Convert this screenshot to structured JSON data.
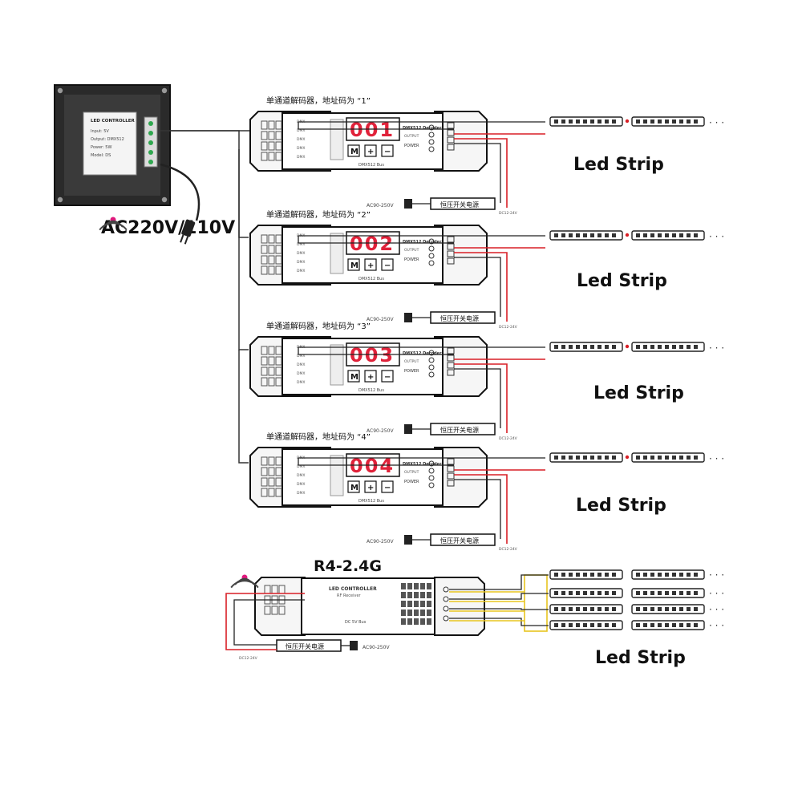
{
  "wall_panel": {
    "power_label": "AC220V/110V",
    "screen_title": "LED CONTROLLER",
    "screen_lines": [
      "Input: 5V",
      "Output: DMX512",
      "Power: 5W",
      "Model: DS"
    ]
  },
  "decoders": [
    {
      "title": "单通道解码器，地址码为 “1”",
      "display": "001",
      "bus_label": "DMX512 Bus",
      "ac_label": "AC90-250V",
      "psu_label": "恒压开关电源",
      "dc_label": "DC12-24V",
      "strip_label": "Led Strip",
      "model_text": "DMX512 Decoder",
      "out_text": "OUTPUT",
      "power_text": "POWER"
    },
    {
      "title": "单通道解码器，地址码为 “2”",
      "display": "002",
      "bus_label": "DMX512 Bus",
      "ac_label": "AC90-250V",
      "psu_label": "恒压开关电源",
      "dc_label": "DC12-24V",
      "strip_label": "Led Strip",
      "model_text": "DMX512 Decoder",
      "out_text": "OUTPUT",
      "power_text": "POWER"
    },
    {
      "title": "单通道解码器，地址码为 “3”",
      "display": "003",
      "bus_label": "DMX512 Bus",
      "ac_label": "AC90-250V",
      "psu_label": "恒压开关电源",
      "dc_label": "DC12-24V",
      "strip_label": "Led Strip",
      "model_text": "DMX512 Decoder",
      "out_text": "OUTPUT",
      "power_text": "POWER"
    },
    {
      "title": "单通道解码器，地址码为 “4”",
      "display": "004",
      "bus_label": "DMX512 Bus",
      "ac_label": "AC90-250V",
      "psu_label": "恒压开关电源",
      "dc_label": "DC12-24V",
      "strip_label": "Led Strip",
      "model_text": "DMX512 Decoder",
      "out_text": "OUTPUT",
      "power_text": "POWER"
    }
  ],
  "receiver": {
    "model": "R4-2.4G",
    "header_text": "LED CONTROLLER",
    "sub_text": "RF Receiver",
    "bus_label": "DC 5V Bus",
    "psu_label": "恒压开关电源",
    "ac_label": "AC90-250V",
    "dc_label": "DC12-24V",
    "strip_label": "Led Strip"
  },
  "buttons": {
    "m": "M",
    "plus": "+",
    "minus": "−"
  },
  "ellipsis": "· · ·",
  "colors": {
    "red_wire": "#d81f26",
    "yellow_wire": "#e8c520",
    "led_display": "#e0223a",
    "wifi": "#e0197d"
  }
}
